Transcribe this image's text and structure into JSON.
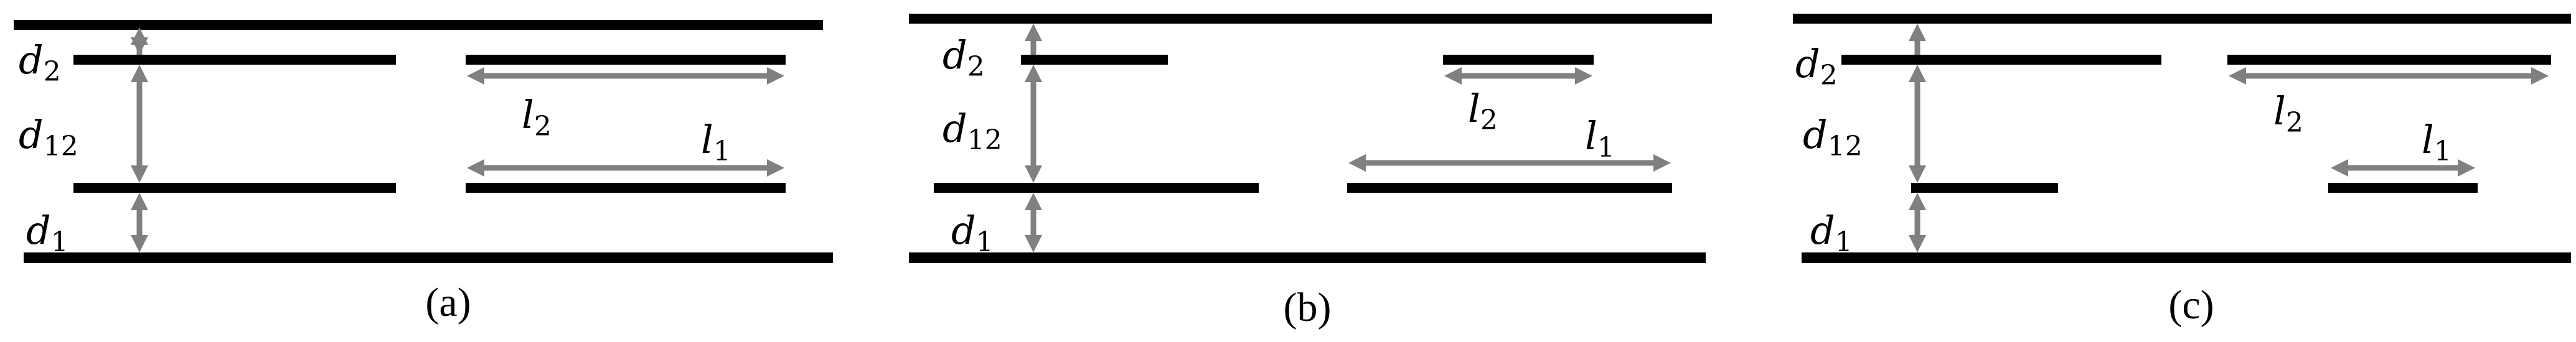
{
  "colors": {
    "conductor": "#000000",
    "dimension": "#808080",
    "background": "#ffffff"
  },
  "labels": {
    "d2": {
      "base": "d",
      "sub": "2"
    },
    "d12": {
      "base": "d",
      "sub": "12"
    },
    "d1": {
      "base": "d",
      "sub": "1"
    },
    "l2": {
      "base": "l",
      "sub": "2"
    },
    "l1": {
      "base": "l",
      "sub": "1"
    }
  },
  "panels": [
    {
      "caption": "(a)"
    },
    {
      "caption": "(b)"
    },
    {
      "caption": "(c)"
    }
  ]
}
